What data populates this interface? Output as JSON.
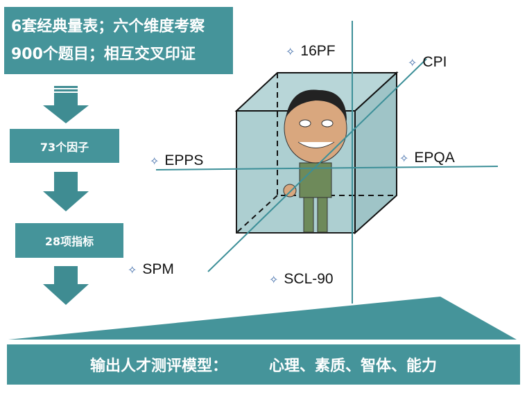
{
  "top_box": {
    "line1": "6套经典量表；六个维度考察",
    "line2": "900个题目；相互交叉印证"
  },
  "step2": "73个因子",
  "step3": "28项指标",
  "output": {
    "label": "输出人才测评模型：",
    "value": "心理、素质、智体、能力"
  },
  "axes": {
    "top": "16PF",
    "top_right": "CPI",
    "left": "EPPS",
    "right": "EPQA",
    "bottom_left": "SPM",
    "bottom": "SCL-90"
  },
  "colors": {
    "teal": "#45949a",
    "cube": "#a9cdcf",
    "axis": "#3c8f98"
  }
}
